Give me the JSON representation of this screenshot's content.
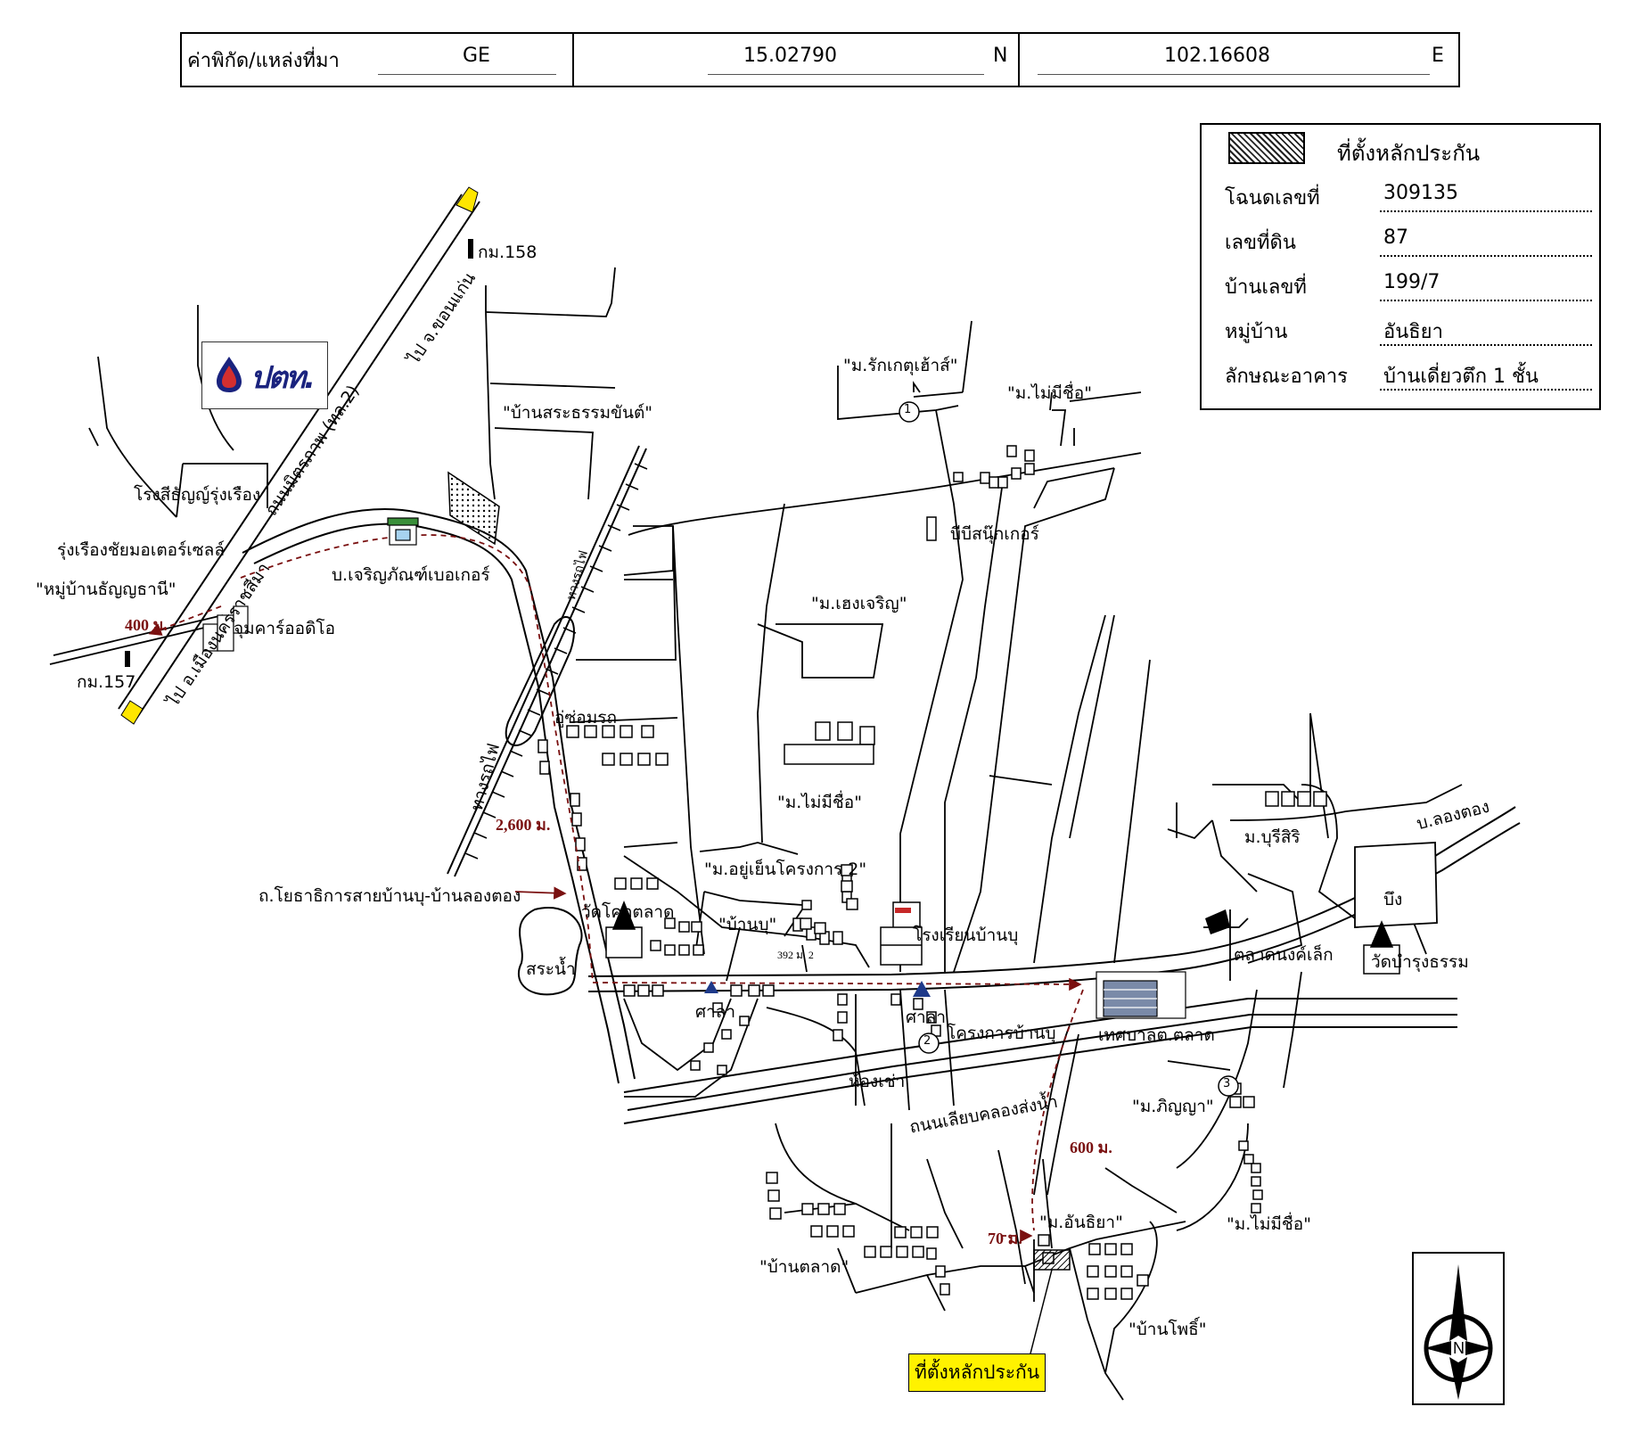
{
  "coords": {
    "label": "ค่าพิกัด/แหล่งที่มา",
    "source": "GE",
    "lat": "15.02790",
    "lat_dir": "N",
    "lon": "102.16608",
    "lon_dir": "E"
  },
  "legend": {
    "title": "ที่ตั้งหลักประกัน",
    "rows": [
      {
        "label": "โฉนดเลขที่",
        "value": "309135"
      },
      {
        "label": "เลขที่ดิน",
        "value": "87"
      },
      {
        "label": "บ้านเลขที่",
        "value": "199/7"
      },
      {
        "label": "หมู่บ้าน",
        "value": "อันธิยา"
      },
      {
        "label": "ลักษณะอาคาร",
        "value": "บ้านเดี่ยวตึก 1 ชั้น"
      }
    ]
  },
  "map": {
    "logo_text": "ปตท.",
    "labels": {
      "km158": "กม.158",
      "km157": "กม.157",
      "to_khonkaen": "ไป จ.ขอนแก่น",
      "mittraphap": "ถนนมิตรภาพ (ทล.2)",
      "to_nakhon": "ไป อ.เมืองนครราชสีมา",
      "rice_mill": "โรงสีธัญญ์รุ่งเรือง",
      "motor_sale": "รุ่งเรืองชัยมอเตอร์เซลล์",
      "thanyathanee": "\"หมู่บ้านธัญญธานี\"",
      "car_audio": "จุมคาร์ออดิโอ",
      "bakery": "บ.เจริญภัณฑ์เบอเกอร์",
      "sasamkhan": "\"บ้านสระธรรมขันต์\"",
      "rakket": "\"ม.รักเกตุเฮ้าส์\"",
      "nonamed1": "\"ม.ไม่มีชื่อ\"",
      "bb_snooker": "บีบีสนุ๊กเกอร์",
      "hengcharoen": "\"ม.เฮงเจริญ\"",
      "railway1": "ทางรถไฟ",
      "railway2": "ทางรถไฟ",
      "garage": "อู่ซ่อมรถ",
      "nonamed2": "\"ม.ไม่มีชื่อ\"",
      "dist_2600": "2,600 ม.",
      "dist_400": "400 ม.",
      "road_name": "ถ.โยธาธิการสายบ้านบุ-บ้านลองตอง",
      "yuyen": "\"ม.อยู่เย็นโครงการ 2\"",
      "wat_khok": "วัดโคกตลาด",
      "ban_bu": "\"บ้านบุ\"",
      "house_392": "392 ม. 2",
      "school": "โรงเรียนบ้านบุ",
      "pond": "สระน้ำ",
      "sala1": "ศาลา",
      "sala2": "ศาลา",
      "project_banbu": "โครงการบ้านบุ",
      "municipality": "เทศบาลต.ตลาด",
      "rooms": "ห้องเช่า",
      "canal_road": "ถนนเลียบคลองส่งน้ำ",
      "dist_600": "600 ม.",
      "panya": "\"ม.ภิญญา\"",
      "nonamed3": "\"ม.ไม่มีชื่อ\"",
      "burisiri": "ม.บุรีสิริ",
      "longtong": "บ.ลองตอง",
      "bueng": "บึง",
      "market_nongkhae": "ตลาดนงค์เล็ก",
      "wat_bamrung": "วัดบำรุงธรรม",
      "ban_talat": "\"บ้านตลาด\"",
      "dist_70": "70 ม.",
      "anthiya": "\"ม.อันธิยา\"",
      "ban_pho": "\"บ้านโพธิ์\"",
      "marker": "ที่ตั้งหลักประกัน",
      "north": "N",
      "num1": "1",
      "num2": "2",
      "num3": "3"
    }
  }
}
